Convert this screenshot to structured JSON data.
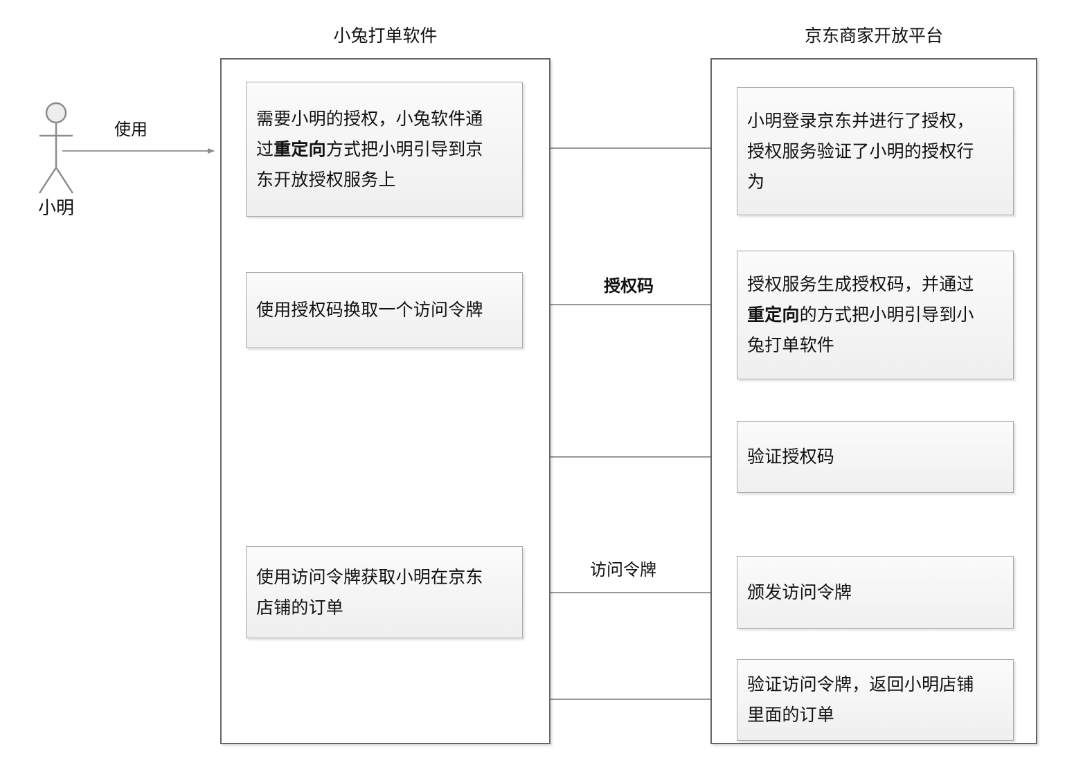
{
  "diagram": {
    "title_hidden": "",
    "actor": {
      "name": "小明",
      "icon": "stick-figure-actor"
    },
    "lanes": [
      {
        "id": "lane-left",
        "title": "小兔打单软件"
      },
      {
        "id": "lane-right",
        "title": "京东商家开放平台"
      }
    ],
    "nodes": {
      "left_1": {
        "line1": "需要小明的授权，小兔软件通",
        "line2_pre": "过",
        "line2_bold": "重定向",
        "line2_post": "方式把小明引导到京",
        "line3": "东开放授权服务上"
      },
      "left_2": {
        "line1": "使用授权码换取一个访问令牌"
      },
      "left_3": {
        "line1": "使用访问令牌获取小明在京东",
        "line2": "店铺的订单"
      },
      "right_1": {
        "line1": "小明登录京东并进行了授权，",
        "line2": "授权服务验证了小明的授权行",
        "line3": "为"
      },
      "right_2": {
        "line1": "授权服务生成授权码，并通过",
        "line2_bold": "重定向",
        "line2_post": "的方式把小明引导到小",
        "line3": "兔打单软件"
      },
      "right_3": {
        "line1": "验证授权码"
      },
      "right_4": {
        "line1": "颁发访问令牌"
      },
      "right_5": {
        "line1": "验证访问令牌，返回小明店铺",
        "line2": "里面的订单"
      }
    },
    "edge_labels": {
      "use": "使用",
      "auth_code": "授权码",
      "access_token": "访问令牌"
    },
    "colors": {
      "lane_border": "#666666",
      "node_border": "#a6a6a6",
      "node_fill_top": "#fbfbfb",
      "node_fill_bottom": "#efefef",
      "edge_stroke": "#999999",
      "text": "#111111"
    }
  }
}
